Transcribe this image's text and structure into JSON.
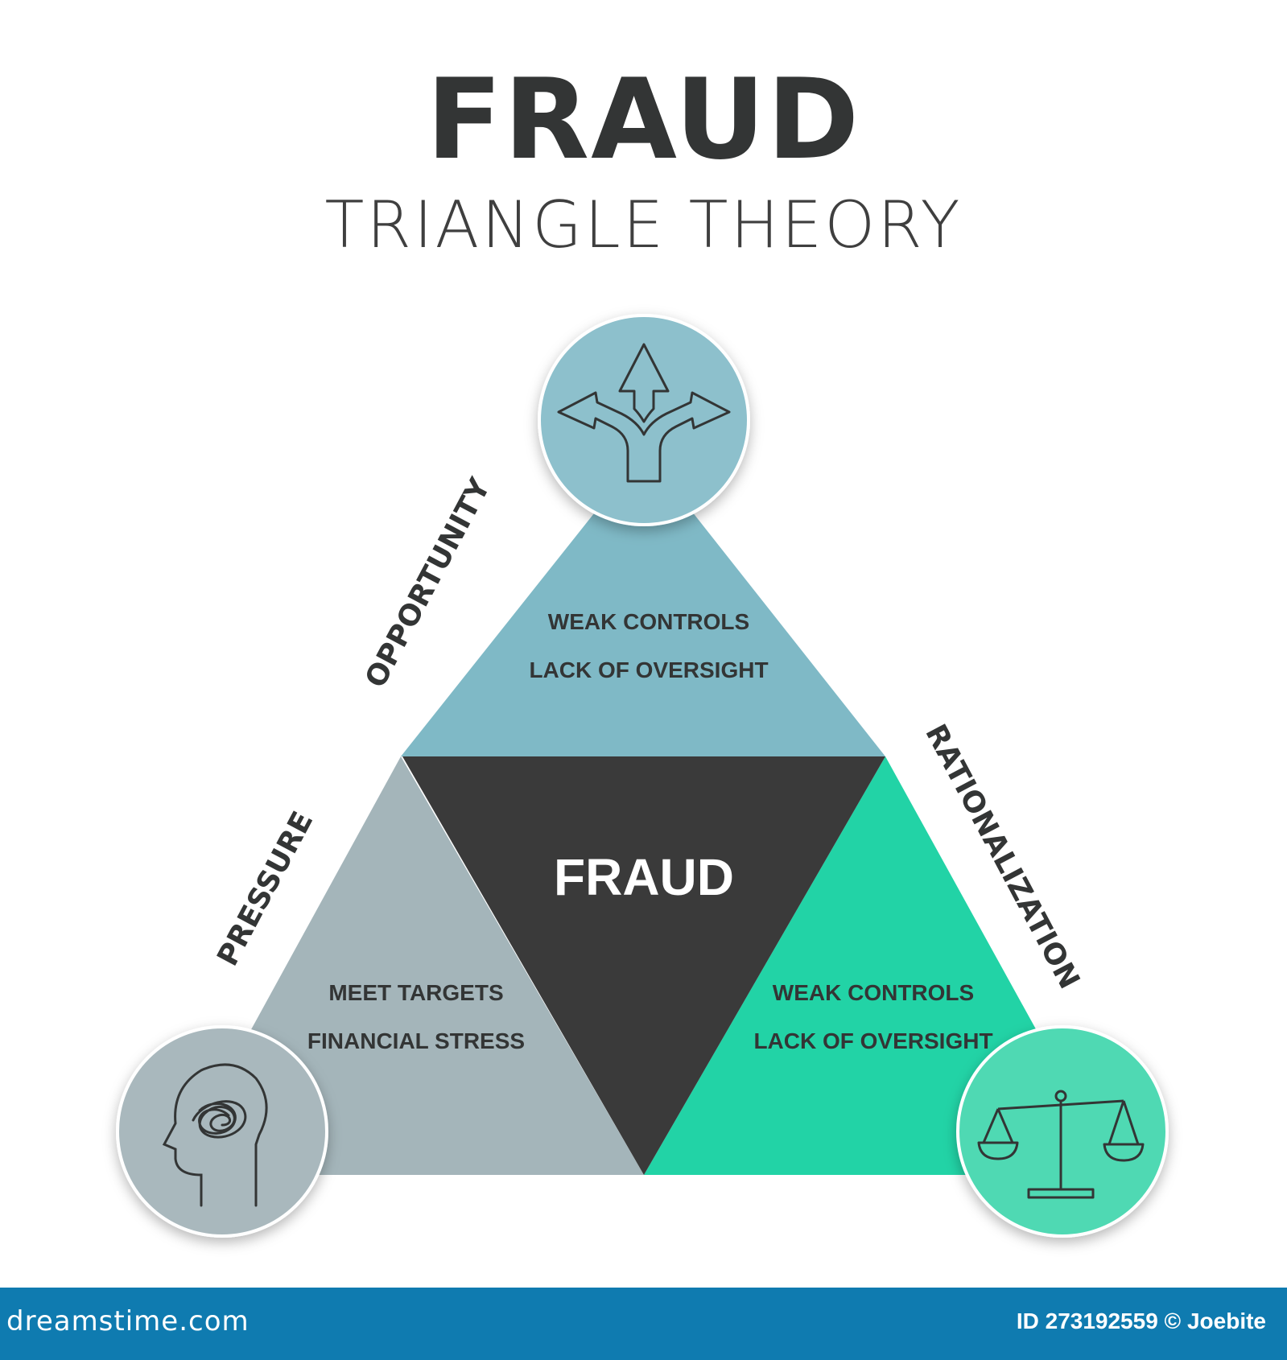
{
  "title": "FRAUD",
  "subtitle": "TRIANGLE THEORY",
  "center": {
    "label": "FRAUD"
  },
  "sections": {
    "opportunity": {
      "label": "OPPORTUNITY",
      "lines": [
        "WEAK CONTROLS",
        "LACK OF OVERSIGHT"
      ],
      "color": "#7fb9c6",
      "circle_color": "#8dc0cc",
      "icon": "crossroads-arrows-icon"
    },
    "pressure": {
      "label": "PRESSURE",
      "lines": [
        "MEET TARGETS",
        "FINANCIAL STRESS"
      ],
      "color": "#a4b5ba",
      "circle_color": "#a9b8bd",
      "icon": "stressed-head-icon"
    },
    "rationalization": {
      "label": "RATIONALIZATION",
      "lines": [
        "WEAK CONTROLS",
        "LACK OF OVERSIGHT"
      ],
      "color": "#22d3a6",
      "circle_color": "#4fd9b3",
      "icon": "balance-scale-icon"
    }
  },
  "center_color": "#3a3a3a",
  "footer": {
    "site": "dreamstime.com",
    "id_text": "ID 273192559 © Joebite",
    "color": "#0f7bb0"
  }
}
